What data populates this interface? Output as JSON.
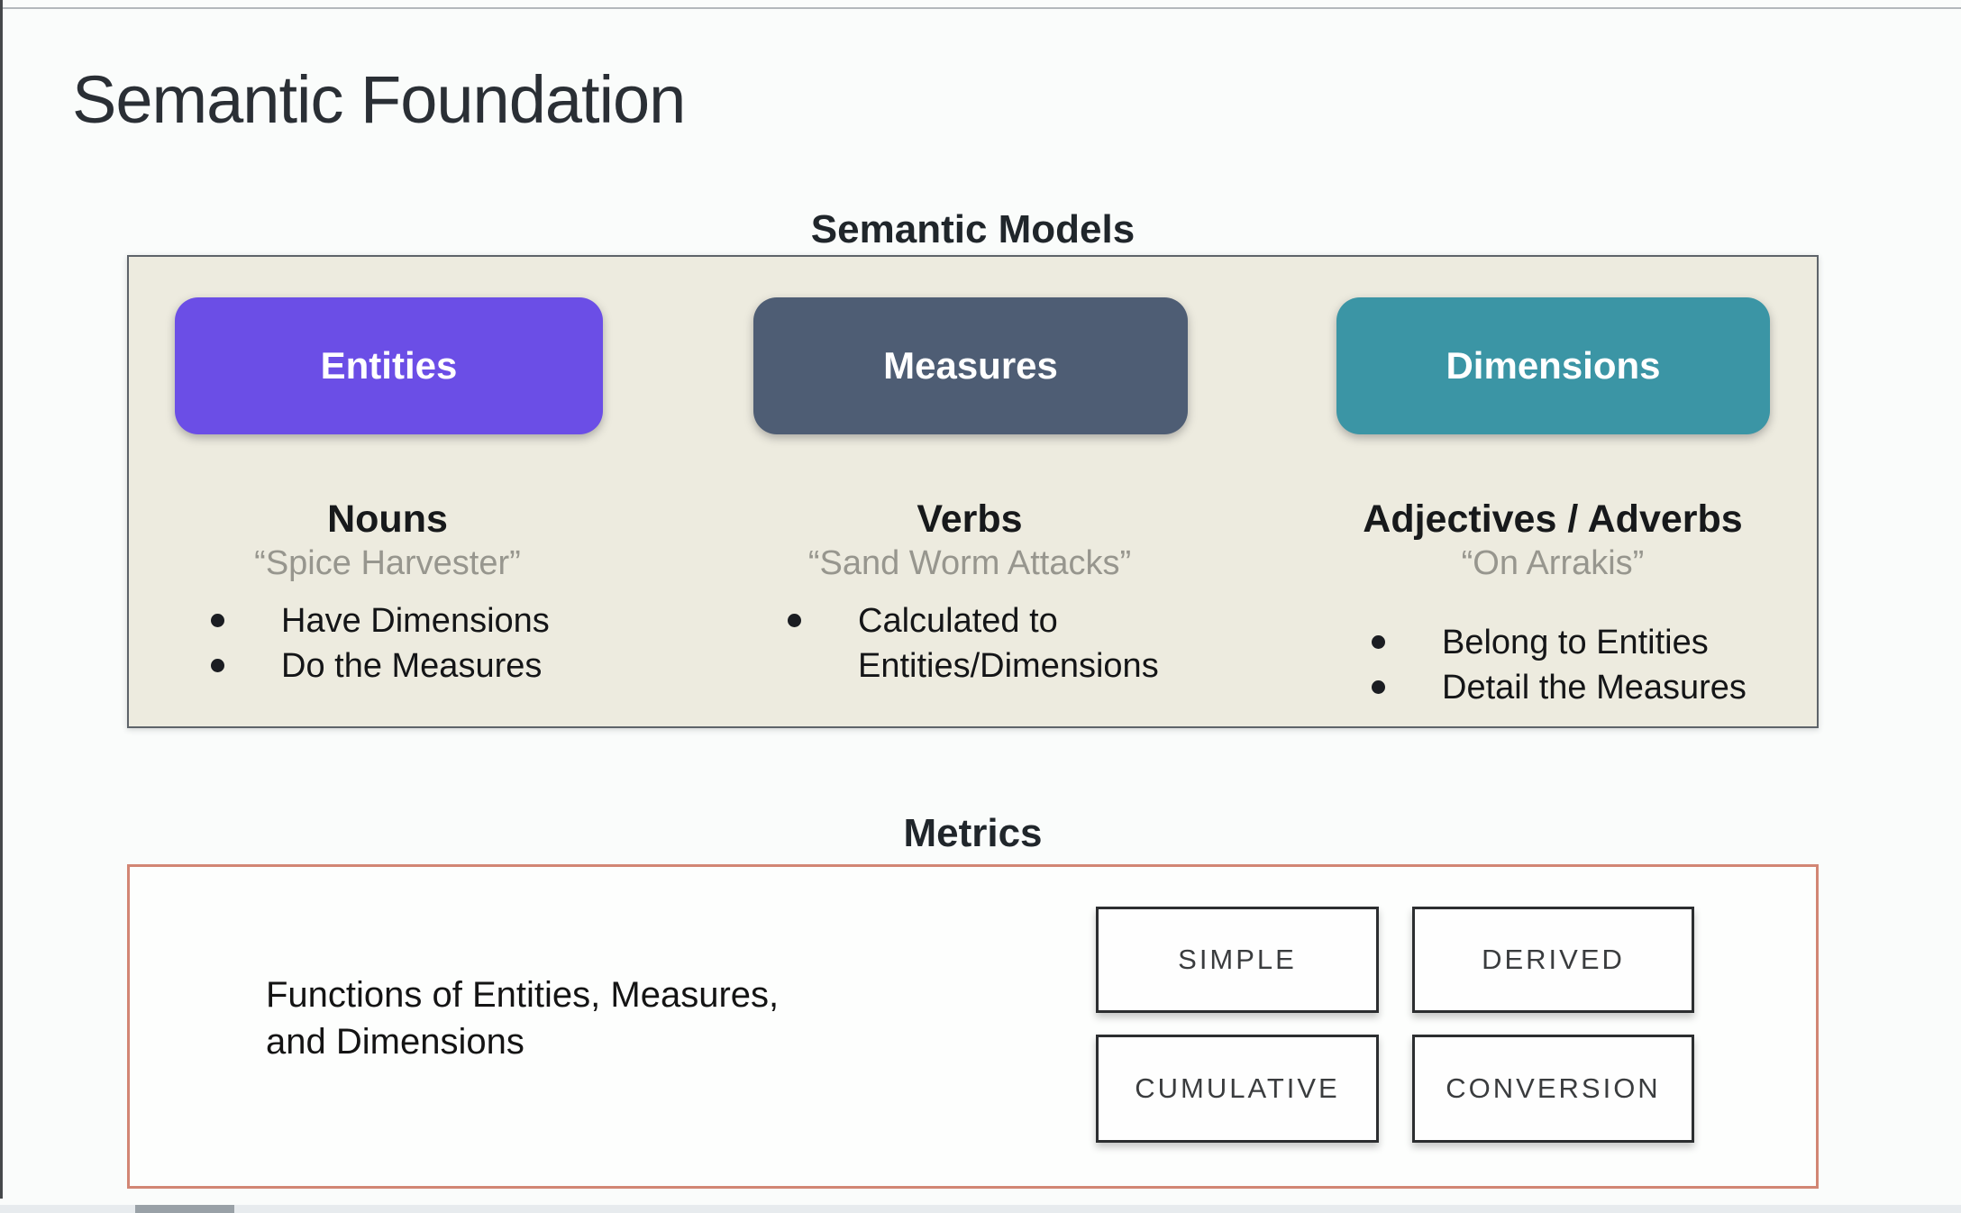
{
  "slide": {
    "title": "Semantic Foundation"
  },
  "semantic_models": {
    "heading": "Semantic Models",
    "columns": [
      {
        "button_label": "Entities",
        "button_color": "#6b4ee6",
        "role": "Nouns",
        "example": "“Spice Harvester”",
        "bullets": [
          "Have Dimensions",
          "Do the Measures"
        ]
      },
      {
        "button_label": "Measures",
        "button_color": "#4e5d74",
        "role": "Verbs",
        "example": "“Sand Worm Attacks”",
        "bullets": [
          "Calculated to Entities/Dimensions"
        ]
      },
      {
        "button_label": "Dimensions",
        "button_color": "#3b95a5",
        "role": "Adjectives / Adverbs",
        "example": "“On Arrakis”",
        "bullets": [
          "Belong to Entities",
          "Detail the Measures"
        ]
      }
    ]
  },
  "metrics": {
    "heading": "Metrics",
    "description_lines": [
      "Functions of Entities, Measures,",
      "and Dimensions"
    ],
    "types": [
      "SIMPLE",
      "DERIVED",
      "CUMULATIVE",
      "CONVERSION"
    ]
  },
  "colors": {
    "panel_background": "#edebdf",
    "panel_border": "#5e646a",
    "metrics_border": "#d28674",
    "entities": "#6b4ee6",
    "measures": "#4e5d74",
    "dimensions": "#3b95a5"
  }
}
